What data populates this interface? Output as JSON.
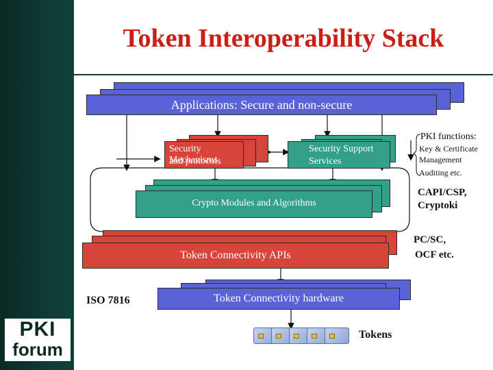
{
  "title": "Token Interoperability Stack",
  "layers": {
    "applications": "Applications: Secure and non-secure",
    "security_mechanisms_line1": "Security Mechanisms",
    "security_mechanisms_line2": "and protocols",
    "security_support_line1": "Security Support",
    "security_support_line2": "Services",
    "crypto_modules": "Crypto Modules and Algorithms",
    "token_apis": "Token Connectivity APIs",
    "token_hardware": "Token Connectivity hardware"
  },
  "annotations": {
    "pki_functions": "PKI functions:",
    "key_cert_line1": "Key & Certificate",
    "key_cert_line2": "Management",
    "auditing": "Auditing etc.",
    "capi_line1": "CAPI/CSP,",
    "capi_line2": "Cryptoki",
    "pcsc_line1": "PC/SC,",
    "pcsc_line2": "OCF etc.",
    "iso": "ISO 7816",
    "tokens": "Tokens"
  },
  "logo": {
    "top": "PKI",
    "bottom": "forum"
  },
  "colors": {
    "title": "#cc1e17",
    "applications": "#5a63d6",
    "security_mechanisms": "#d6443b",
    "security_support": "#33a08a",
    "crypto": "#33a08a",
    "token_apis": "#d6443b",
    "token_hardware": "#5a63d6",
    "sidebar": "#0f3b33"
  },
  "icons": [
    "arrow-icon",
    "token-card-icon"
  ]
}
